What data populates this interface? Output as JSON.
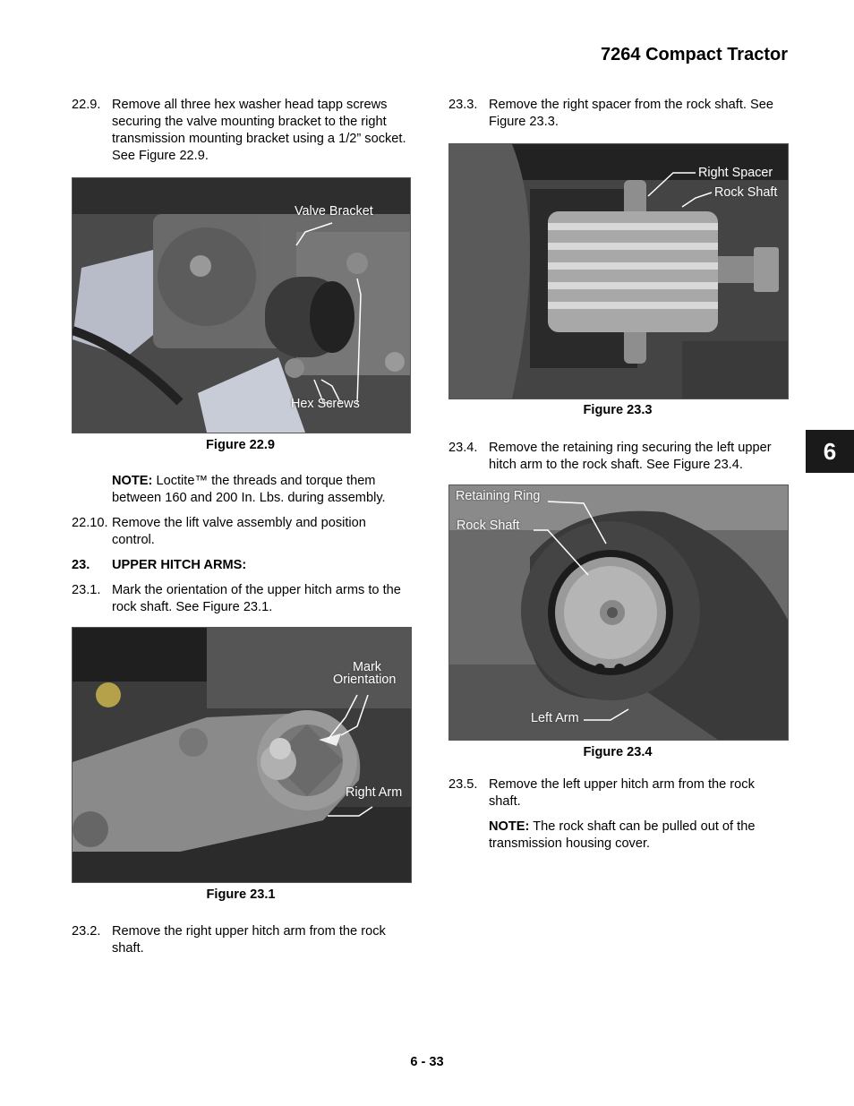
{
  "header": {
    "title": "7264 Compact Tractor"
  },
  "left_column": {
    "step_22_9": {
      "num": "22.9.",
      "text": "Remove all three hex washer head tapp screws securing the valve mounting bracket to the right transmission mounting bracket using a 1/2” socket. See Figure 22.9."
    },
    "fig_22_9": {
      "caption": "Figure 22.9",
      "labels": {
        "valve_bracket": "Valve Bracket",
        "hex_screws": "Hex Screws"
      }
    },
    "note_1": {
      "prefix": "NOTE:",
      "text": " Loctite™ the threads and torque them between 160 and 200 In. Lbs. during assembly."
    },
    "step_22_10": {
      "num": "22.10.",
      "text": "Remove the lift valve assembly and position control."
    },
    "section_23": {
      "num": "23.",
      "title": "UPPER HITCH ARMS:"
    },
    "step_23_1": {
      "num": "23.1.",
      "text": "Mark the orientation of the upper hitch arms to the rock shaft. See Figure 23.1."
    },
    "fig_23_1": {
      "caption": "Figure 23.1",
      "labels": {
        "mark_orientation_1": "Mark",
        "mark_orientation_2": "Orientation",
        "right_arm": "Right Arm"
      }
    },
    "step_23_2": {
      "num": "23.2.",
      "text": "Remove the right upper hitch arm from the rock shaft."
    }
  },
  "right_column": {
    "step_23_3": {
      "num": "23.3.",
      "text": "Remove the right spacer from the rock shaft. See Figure 23.3."
    },
    "fig_23_3": {
      "caption": "Figure 23.3",
      "labels": {
        "right_spacer": "Right Spacer",
        "rock_shaft": "Rock Shaft"
      }
    },
    "step_23_4": {
      "num": "23.4.",
      "text": "Remove the retaining ring securing the left upper hitch arm to the rock shaft. See Figure 23.4."
    },
    "fig_23_4": {
      "caption": "Figure 23.4",
      "labels": {
        "retaining_ring": "Retaining Ring",
        "rock_shaft": "Rock Shaft",
        "left_arm": "Left Arm"
      }
    },
    "step_23_5": {
      "num": "23.5.",
      "text": "Remove the left upper hitch arm from the rock shaft."
    },
    "note_2": {
      "prefix": "NOTE:",
      "text": " The rock shaft can be pulled out of the transmission housing cover."
    }
  },
  "section_tab": "6",
  "footer": {
    "page_number": "6 - 33"
  }
}
